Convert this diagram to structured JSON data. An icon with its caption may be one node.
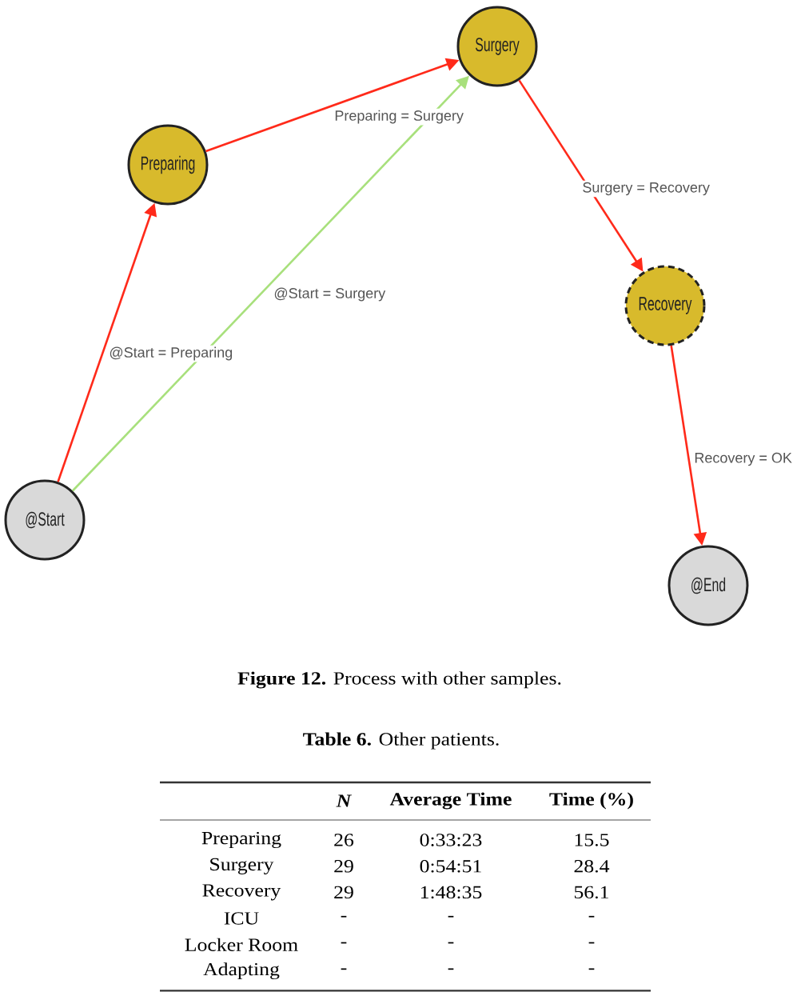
{
  "diagram": {
    "caption": "**Figure 12.** Process with other samples.",
    "nodes": [
      {
        "text": [
          "@Start"
        ]
      },
      {
        "text": [
          "Preparing"
        ]
      },
      {
        "text": [
          "Surgery"
        ]
      },
      {
        "text": [
          "Recovery"
        ]
      },
      {
        "text": [
          "@End"
        ]
      }
    ],
    "edges": [
      {
        "from": 0,
        "to": 1,
        "arrow": "to",
        "label": "@Start = Preparing"
      },
      {
        "from": 1,
        "to": 2,
        "arrow": "to",
        "label": "Preparing = Surgery"
      },
      {
        "from": 0,
        "to": 2,
        "arrow": "to",
        "label": "@Start = Surgery",
        "color": "#a8e07c"
      },
      {
        "from": 2,
        "to": 3,
        "arrow": "to",
        "label": "Surgery = Recovery"
      },
      {
        "from": 3,
        "to": 4,
        "arrow": "to",
        "label": "Recovery = OK"
      }
    ],
    "labels": [
      "**Table 6.** Other patients.",
      "N",
      "Average Time",
      "Time (%)",
      "Preparing",
      "26",
      "0:33:23",
      "15.5",
      "Surgery",
      "29",
      "0:54:51",
      "28.4",
      "Recovery",
      "29",
      "1:48:35",
      "56.1",
      "ICU",
      "-",
      "-",
      "-",
      "Locker Room",
      "-",
      "-",
      "-",
      "Adapting",
      "-",
      "-",
      "-"
    ]
  }
}
